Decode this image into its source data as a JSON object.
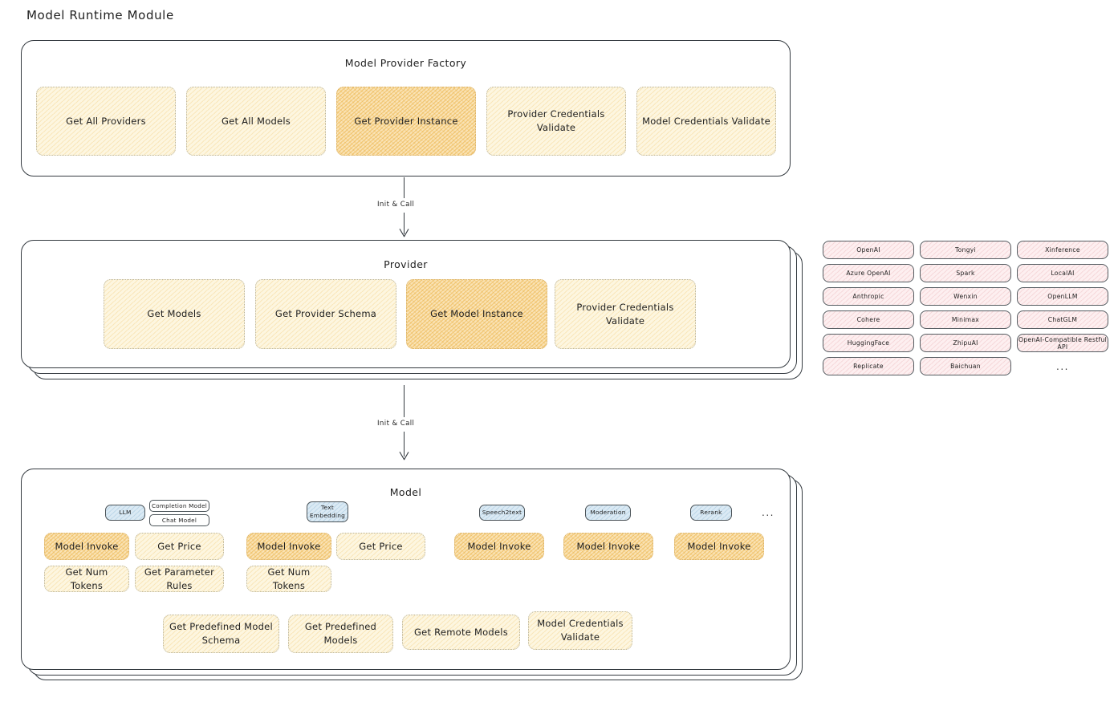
{
  "page": {
    "title": "Model Runtime Module"
  },
  "factory": {
    "title": "Model Provider Factory",
    "boxes": [
      {
        "label": "Get All Providers",
        "highlight": false
      },
      {
        "label": "Get All Models",
        "highlight": false
      },
      {
        "label": "Get Provider Instance",
        "highlight": true
      },
      {
        "label": "Provider Credentials Validate",
        "highlight": false
      },
      {
        "label": "Model Credentials Validate",
        "highlight": false
      }
    ]
  },
  "arrows": [
    {
      "label": "Init & Call"
    },
    {
      "label": "Init & Call"
    }
  ],
  "provider": {
    "title": "Provider",
    "boxes": [
      {
        "label": "Get Models",
        "highlight": false
      },
      {
        "label": "Get Provider Schema",
        "highlight": false
      },
      {
        "label": "Get Model Instance",
        "highlight": true
      },
      {
        "label": "Provider Credentials Validate",
        "highlight": false
      }
    ]
  },
  "provider_list": {
    "columns": [
      [
        "OpenAI",
        "Azure OpenAI",
        "Anthropic",
        "Cohere",
        "HuggingFace",
        "Replicate"
      ],
      [
        "Tongyi",
        "Spark",
        "Wenxin",
        "Minimax",
        "ZhipuAI",
        "Baichuan"
      ],
      [
        "Xinference",
        "LocalAI",
        "OpenLLM",
        "ChatGLM",
        "OpenAI-Compatible Restful API"
      ]
    ],
    "more": "..."
  },
  "model": {
    "title": "Model",
    "more": "...",
    "types": [
      {
        "tag": "LLM",
        "sub_tags": [
          "Completion Model",
          "Chat Model"
        ],
        "boxes": [
          {
            "label": "Model Invoke",
            "highlight": true
          },
          {
            "label": "Get Price",
            "highlight": false
          },
          {
            "label": "Get Num Tokens",
            "highlight": false
          },
          {
            "label": "Get Parameter Rules",
            "highlight": false
          }
        ]
      },
      {
        "tag": "Text Embedding",
        "sub_tags": [],
        "boxes": [
          {
            "label": "Model Invoke",
            "highlight": true
          },
          {
            "label": "Get Price",
            "highlight": false
          },
          {
            "label": "Get Num Tokens",
            "highlight": false
          }
        ]
      },
      {
        "tag": "Speech2text",
        "sub_tags": [],
        "boxes": [
          {
            "label": "Model Invoke",
            "highlight": true
          }
        ]
      },
      {
        "tag": "Moderation",
        "sub_tags": [],
        "boxes": [
          {
            "label": "Model Invoke",
            "highlight": true
          }
        ]
      },
      {
        "tag": "Rerank",
        "sub_tags": [],
        "boxes": [
          {
            "label": "Model Invoke",
            "highlight": true
          }
        ]
      }
    ],
    "common_boxes": [
      {
        "label": "Get Predefined Model Schema"
      },
      {
        "label": "Get Predefined Models"
      },
      {
        "label": "Get Remote Models"
      },
      {
        "label": "Model Credentials Validate"
      }
    ]
  },
  "colors": {
    "box_fill": "#fdf6e0",
    "box_fill_highlight": "#fae3b5",
    "tag_fill": "#dbeaf4",
    "provider_chip_fill": "#fdeff0",
    "stroke": "#343a40"
  }
}
